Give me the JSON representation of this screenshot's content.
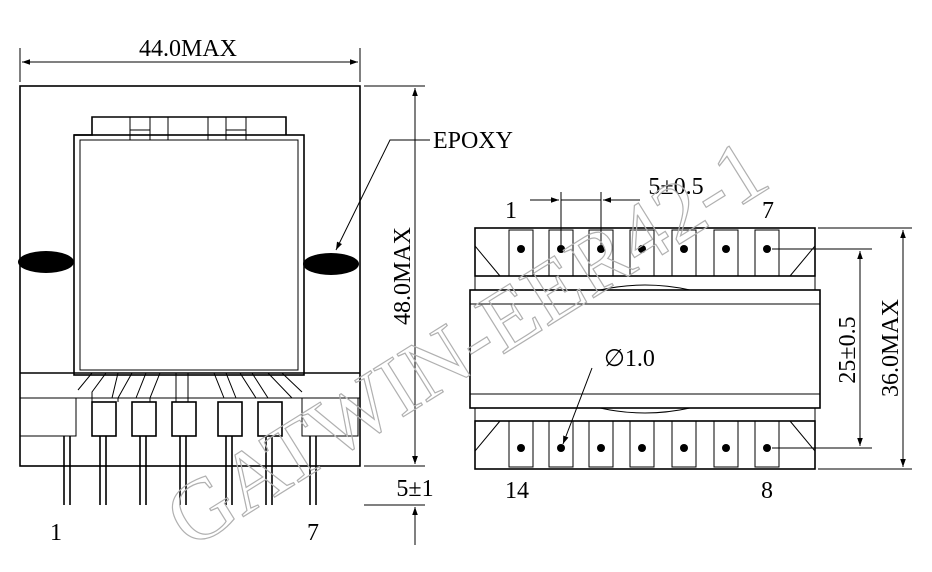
{
  "drawing": {
    "watermark": "GATWIN-EER42-1",
    "front_view": {
      "width_dim": "44.0MAX",
      "height_dim": "48.0MAX",
      "standoff_dim": "5±1",
      "epoxy_label": "EPOXY",
      "pin_label_left": "1",
      "pin_label_right": "7"
    },
    "bottom_view": {
      "pitch_dim": "5±0.5",
      "hole_dim": "∅1.0",
      "row_spacing_dim": "25±0.5",
      "depth_dim": "36.0MAX",
      "pin_top_left": "1",
      "pin_top_right": "7",
      "pin_bottom_left": "14",
      "pin_bottom_right": "8"
    }
  }
}
